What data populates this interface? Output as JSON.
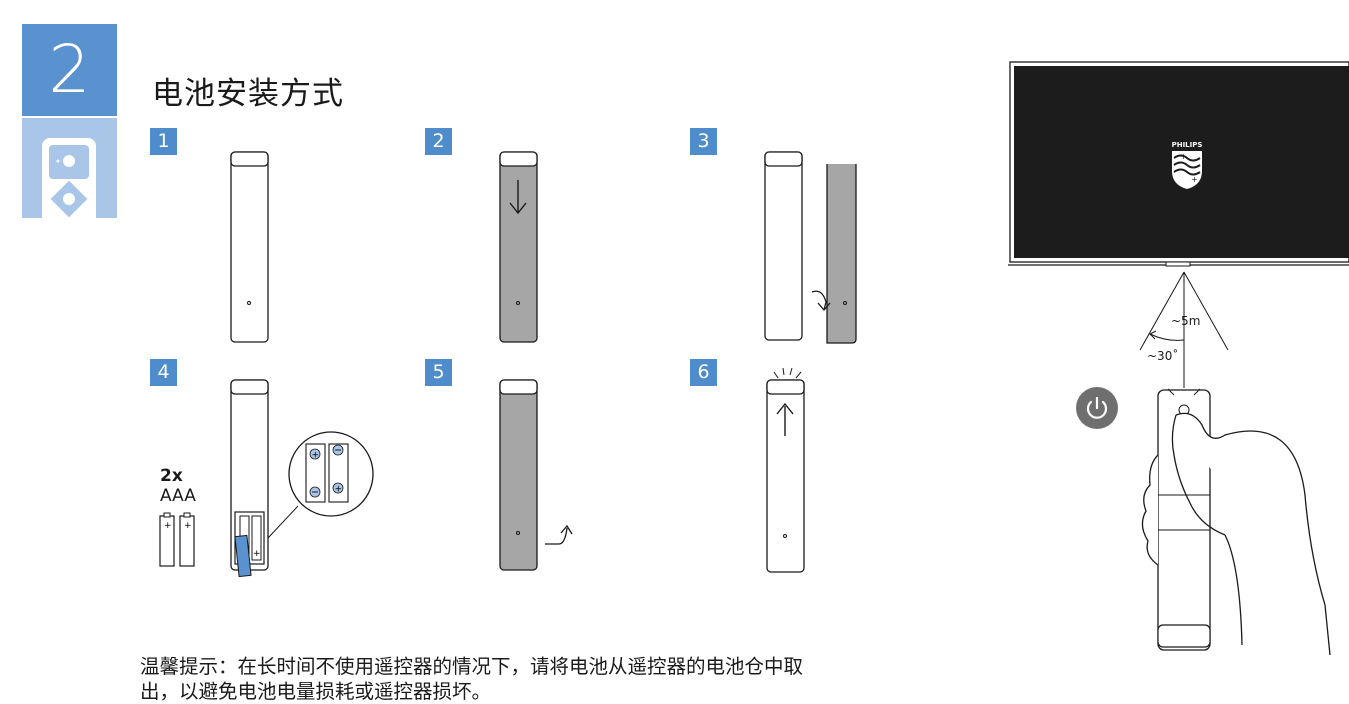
{
  "chapter": {
    "number": "2"
  },
  "title": "电池安装方式",
  "steps": [
    {
      "number": "1"
    },
    {
      "number": "2"
    },
    {
      "number": "3"
    },
    {
      "number": "4"
    },
    {
      "number": "5"
    },
    {
      "number": "6"
    }
  ],
  "battery": {
    "count": "2x",
    "type": "AAA"
  },
  "tv": {
    "brand": "PHILIPS"
  },
  "range": {
    "distance": "~5m",
    "angle": "~30˚"
  },
  "tip": "温馨提示：在长时间不使用遥控器的情况下，请将电池从遥控器的电池仓中取出，以避免电池电量损耗或遥控器损坏。",
  "colors": {
    "accent": "#4f8ccc",
    "tab_light": "#a9c6e8",
    "cover_gray": "#a6a6a6",
    "tv_screen": "#1c1c1c"
  }
}
